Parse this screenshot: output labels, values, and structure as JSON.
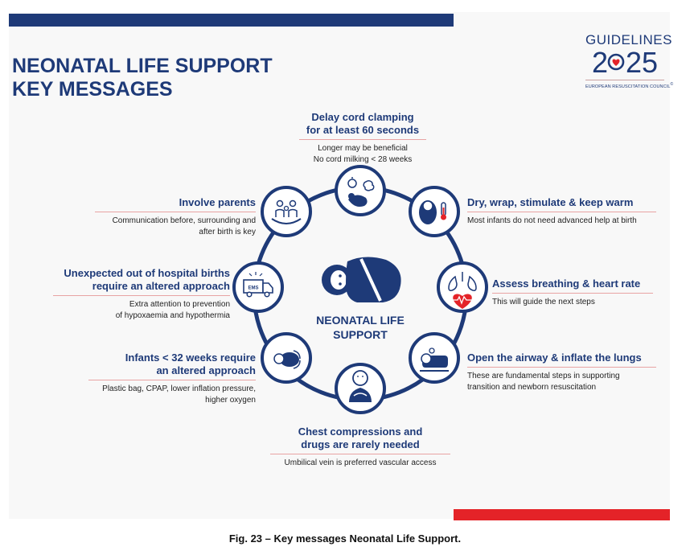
{
  "header": {
    "title_line1": "NEONATAL LIFE SUPPORT",
    "title_line2": "KEY MESSAGES"
  },
  "logo": {
    "word": "GUIDELINES",
    "year_left": "2",
    "year_right": "25",
    "subtitle": "EUROPEAN RESUSCITATION COUNCIL",
    "mark": "©"
  },
  "center": {
    "line1": "NEONATAL LIFE",
    "line2": "SUPPORT"
  },
  "messages": {
    "cord": {
      "heading1": "Delay cord clamping",
      "heading2": "for at least 60 seconds",
      "body1": "Longer may be beneficial",
      "body2": "No cord milking < 28 weeks"
    },
    "dry": {
      "heading1": "Dry, wrap, stimulate & keep warm",
      "body1": "Most infants do not need advanced help at birth"
    },
    "assess": {
      "heading1": "Assess breathing & heart rate",
      "body1": "This will guide the next steps"
    },
    "airway": {
      "heading1": "Open the airway & inflate the lungs",
      "body1": "These are fundamental steps in supporting",
      "body2": "transition and newborn resuscitation"
    },
    "chest": {
      "heading1": "Chest compressions and",
      "heading2": "drugs are rarely needed",
      "body1": "Umbilical vein is preferred vascular access"
    },
    "preterm": {
      "heading1": "Infants < 32 weeks require",
      "heading2": "an altered approach",
      "body1": "Plastic bag, CPAP, lower inflation pressure,",
      "body2": "higher oxygen"
    },
    "outofhospital": {
      "heading1": "Unexpected out of hospital births",
      "heading2": "require an altered approach",
      "body1": "Extra attention to prevention",
      "body2": "of hypoxaemia and hypothermia"
    },
    "parents": {
      "heading1": "Involve parents",
      "body1": "Communication before, surrounding and",
      "body2": "after birth is key"
    }
  },
  "icons": {
    "cord": "baby-stopwatch-icon",
    "dry": "wrapped-baby-thermometer-icon",
    "assess": "lungs-heart-icon",
    "airway": "airway-mask-icon",
    "chest": "baby-compression-icon",
    "preterm": "preterm-infant-icon",
    "outofhospital": "ems-ambulance-icon",
    "parents": "family-hands-icon",
    "center": "swaddled-baby-icon"
  },
  "ems_label": "EMS",
  "colors": {
    "navy": "#1e3a78",
    "red": "#e42328",
    "divider": "#e8a3a3"
  },
  "caption": "Fig. 23 – Key messages Neonatal Life Support."
}
